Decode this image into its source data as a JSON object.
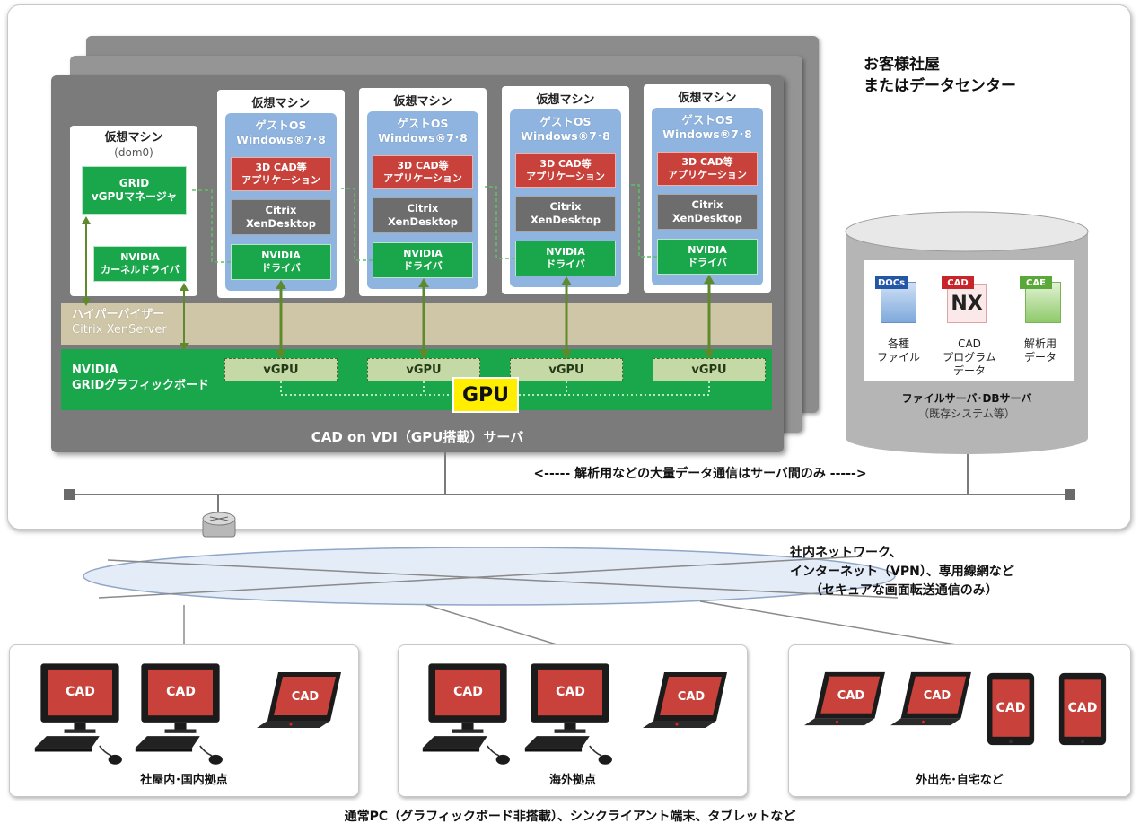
{
  "header": {
    "line1": "お客様社屋",
    "line2": "またはデータセンター"
  },
  "dom0": {
    "title": "仮想マシン",
    "subtitle": "(dom0)",
    "grid_line1": "GRID",
    "grid_line2": "vGPUマネージャ",
    "kernel_line1": "NVIDIA",
    "kernel_line2": "カーネルドライバ"
  },
  "vms": [
    {
      "title": "仮想マシン",
      "os_line1": "ゲストOS",
      "os_line2": "Windows®7･8",
      "app_line1": "3D CAD等",
      "app_line2": "アプリケーション",
      "citrix_line1": "Citrix",
      "citrix_line2": "XenDesktop",
      "driver_line1": "NVIDIA",
      "driver_line2": "ドライバ",
      "vgpu": "vGPU"
    },
    {
      "title": "仮想マシン",
      "os_line1": "ゲストOS",
      "os_line2": "Windows®7･8",
      "app_line1": "3D CAD等",
      "app_line2": "アプリケーション",
      "citrix_line1": "Citrix",
      "citrix_line2": "XenDesktop",
      "driver_line1": "NVIDIA",
      "driver_line2": "ドライバ",
      "vgpu": "vGPU"
    },
    {
      "title": "仮想マシン",
      "os_line1": "ゲストOS",
      "os_line2": "Windows®7･8",
      "app_line1": "3D CAD等",
      "app_line2": "アプリケーション",
      "citrix_line1": "Citrix",
      "citrix_line2": "XenDesktop",
      "driver_line1": "NVIDIA",
      "driver_line2": "ドライバ",
      "vgpu": "vGPU"
    },
    {
      "title": "仮想マシン",
      "os_line1": "ゲストOS",
      "os_line2": "Windows®7･8",
      "app_line1": "3D CAD等",
      "app_line2": "アプリケーション",
      "citrix_line1": "Citrix",
      "citrix_line2": "XenDesktop",
      "driver_line1": "NVIDIA",
      "driver_line2": "ドライバ",
      "vgpu": "vGPU"
    }
  ],
  "hypervisor": {
    "line1": "ハイパーバイザー",
    "line2": "Citrix XenServer"
  },
  "board": {
    "line1": "NVIDIA",
    "line2": "GRIDグラフィックボード",
    "gpu": "GPU"
  },
  "server_caption": "CAD on VDI（GPU搭載）サーバ",
  "file_server": {
    "items": [
      {
        "badge": "DOCs",
        "line1": "各種",
        "line2": "ファイル",
        "line3": ""
      },
      {
        "badge": "CAD",
        "logo": "NX",
        "line1": "CAD",
        "line2": "プログラム",
        "line3": "データ"
      },
      {
        "badge": "CAE",
        "line1": "解析用",
        "line2": "データ",
        "line3": ""
      }
    ],
    "label": "ファイルサーバ･DBサーバ",
    "sublabel": "（既存システム等）"
  },
  "lan_note": "<----- 解析用などの大量データ通信はサーバ間のみ ----->",
  "network_text": {
    "line1": "社内ネットワーク、",
    "line2": "インターネット（VPN）、専用線網など",
    "line3": "（セキュアな画面転送通信のみ）"
  },
  "sites": [
    {
      "label": "社屋内･国内拠点",
      "screen": "CAD"
    },
    {
      "label": "海外拠点",
      "screen": "CAD"
    },
    {
      "label": "外出先･自宅など",
      "screen": "CAD"
    }
  ],
  "bottom_note": "通常PC（グラフィックボード非搭載）、シンクライアント端末、タブレットなど",
  "colors": {
    "green": "#1aa64a",
    "red": "#c8423b",
    "blue": "#8fb4df",
    "gpu_yellow": "#ffee00",
    "hypervisor": "#cfc6a8",
    "server_gray": "#7b7b7b"
  }
}
